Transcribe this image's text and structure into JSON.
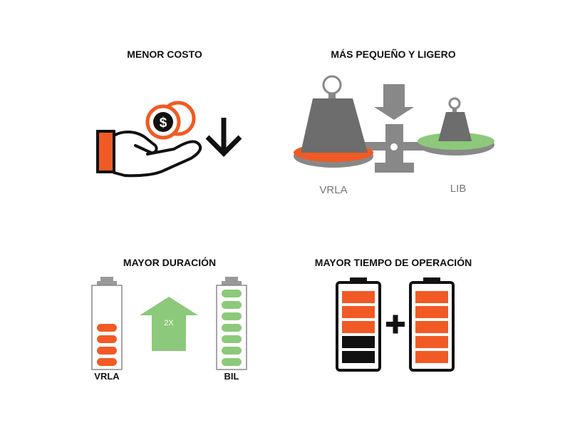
{
  "panels": {
    "cost": {
      "title": "MENOR COSTO"
    },
    "size": {
      "title": "MÁS PEQUEÑO Y LIGERO",
      "left_label": "VRLA",
      "right_label": "LIB"
    },
    "life": {
      "title": "MAYOR DURACIÓN",
      "left_label": "VRLA",
      "right_label": "BIL",
      "multiplier": "2X"
    },
    "runtime": {
      "title": "MAYOR TIEMPO DE OPERACIÓN"
    }
  },
  "colors": {
    "orange": "#f15a24",
    "green": "#8cc97a",
    "gray": "#888888",
    "dark_gray": "#6d6d6d",
    "black": "#111111"
  }
}
